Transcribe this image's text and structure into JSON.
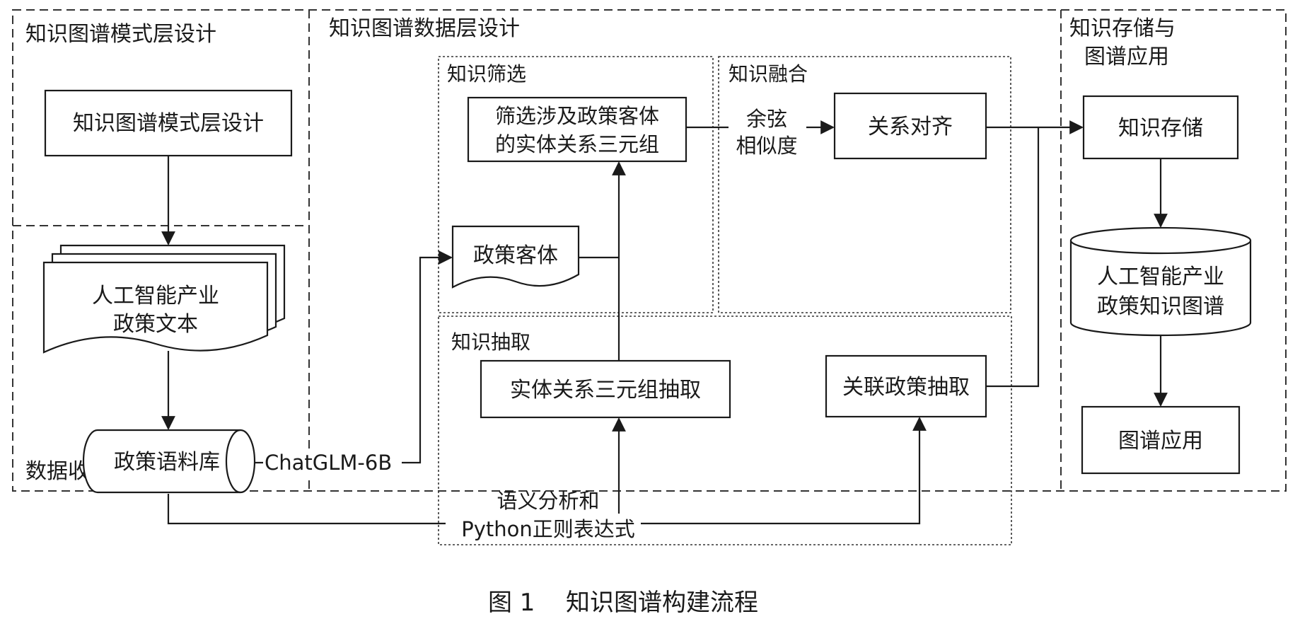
{
  "sections": {
    "schema_layer": "知识图谱模式层设计",
    "data_collection": "数据收集与预处理",
    "data_layer": "知识图谱数据层设计",
    "storage_app_line1": "知识存储与",
    "storage_app_line2": "图谱应用"
  },
  "subsections": {
    "filter": "知识筛选",
    "fusion": "知识融合",
    "extraction": "知识抽取"
  },
  "nodes": {
    "schema_design": "知识图谱模式层设计",
    "policy_text_line1": "人工智能产业",
    "policy_text_line2": "政策文本",
    "corpus": "政策语料库",
    "policy_object": "政策客体",
    "filter_line1": "筛选涉及政策客体",
    "filter_line2": "的实体关系三元组",
    "relation_align": "关系对齐",
    "triple_extract": "实体关系三元组抽取",
    "related_policy": "关联政策抽取",
    "storage": "知识存储",
    "kg_line1": "人工智能产业",
    "kg_line2": "政策知识图谱",
    "application": "图谱应用"
  },
  "labels": {
    "chatglm": "ChatGLM-6B",
    "cosine_line1": "余弦",
    "cosine_line2": "相似度",
    "semantic_line1": "语义分析和",
    "semantic_line2": "Python正则表达式"
  },
  "caption": {
    "number": "图 1",
    "title": "知识图谱构建流程"
  }
}
